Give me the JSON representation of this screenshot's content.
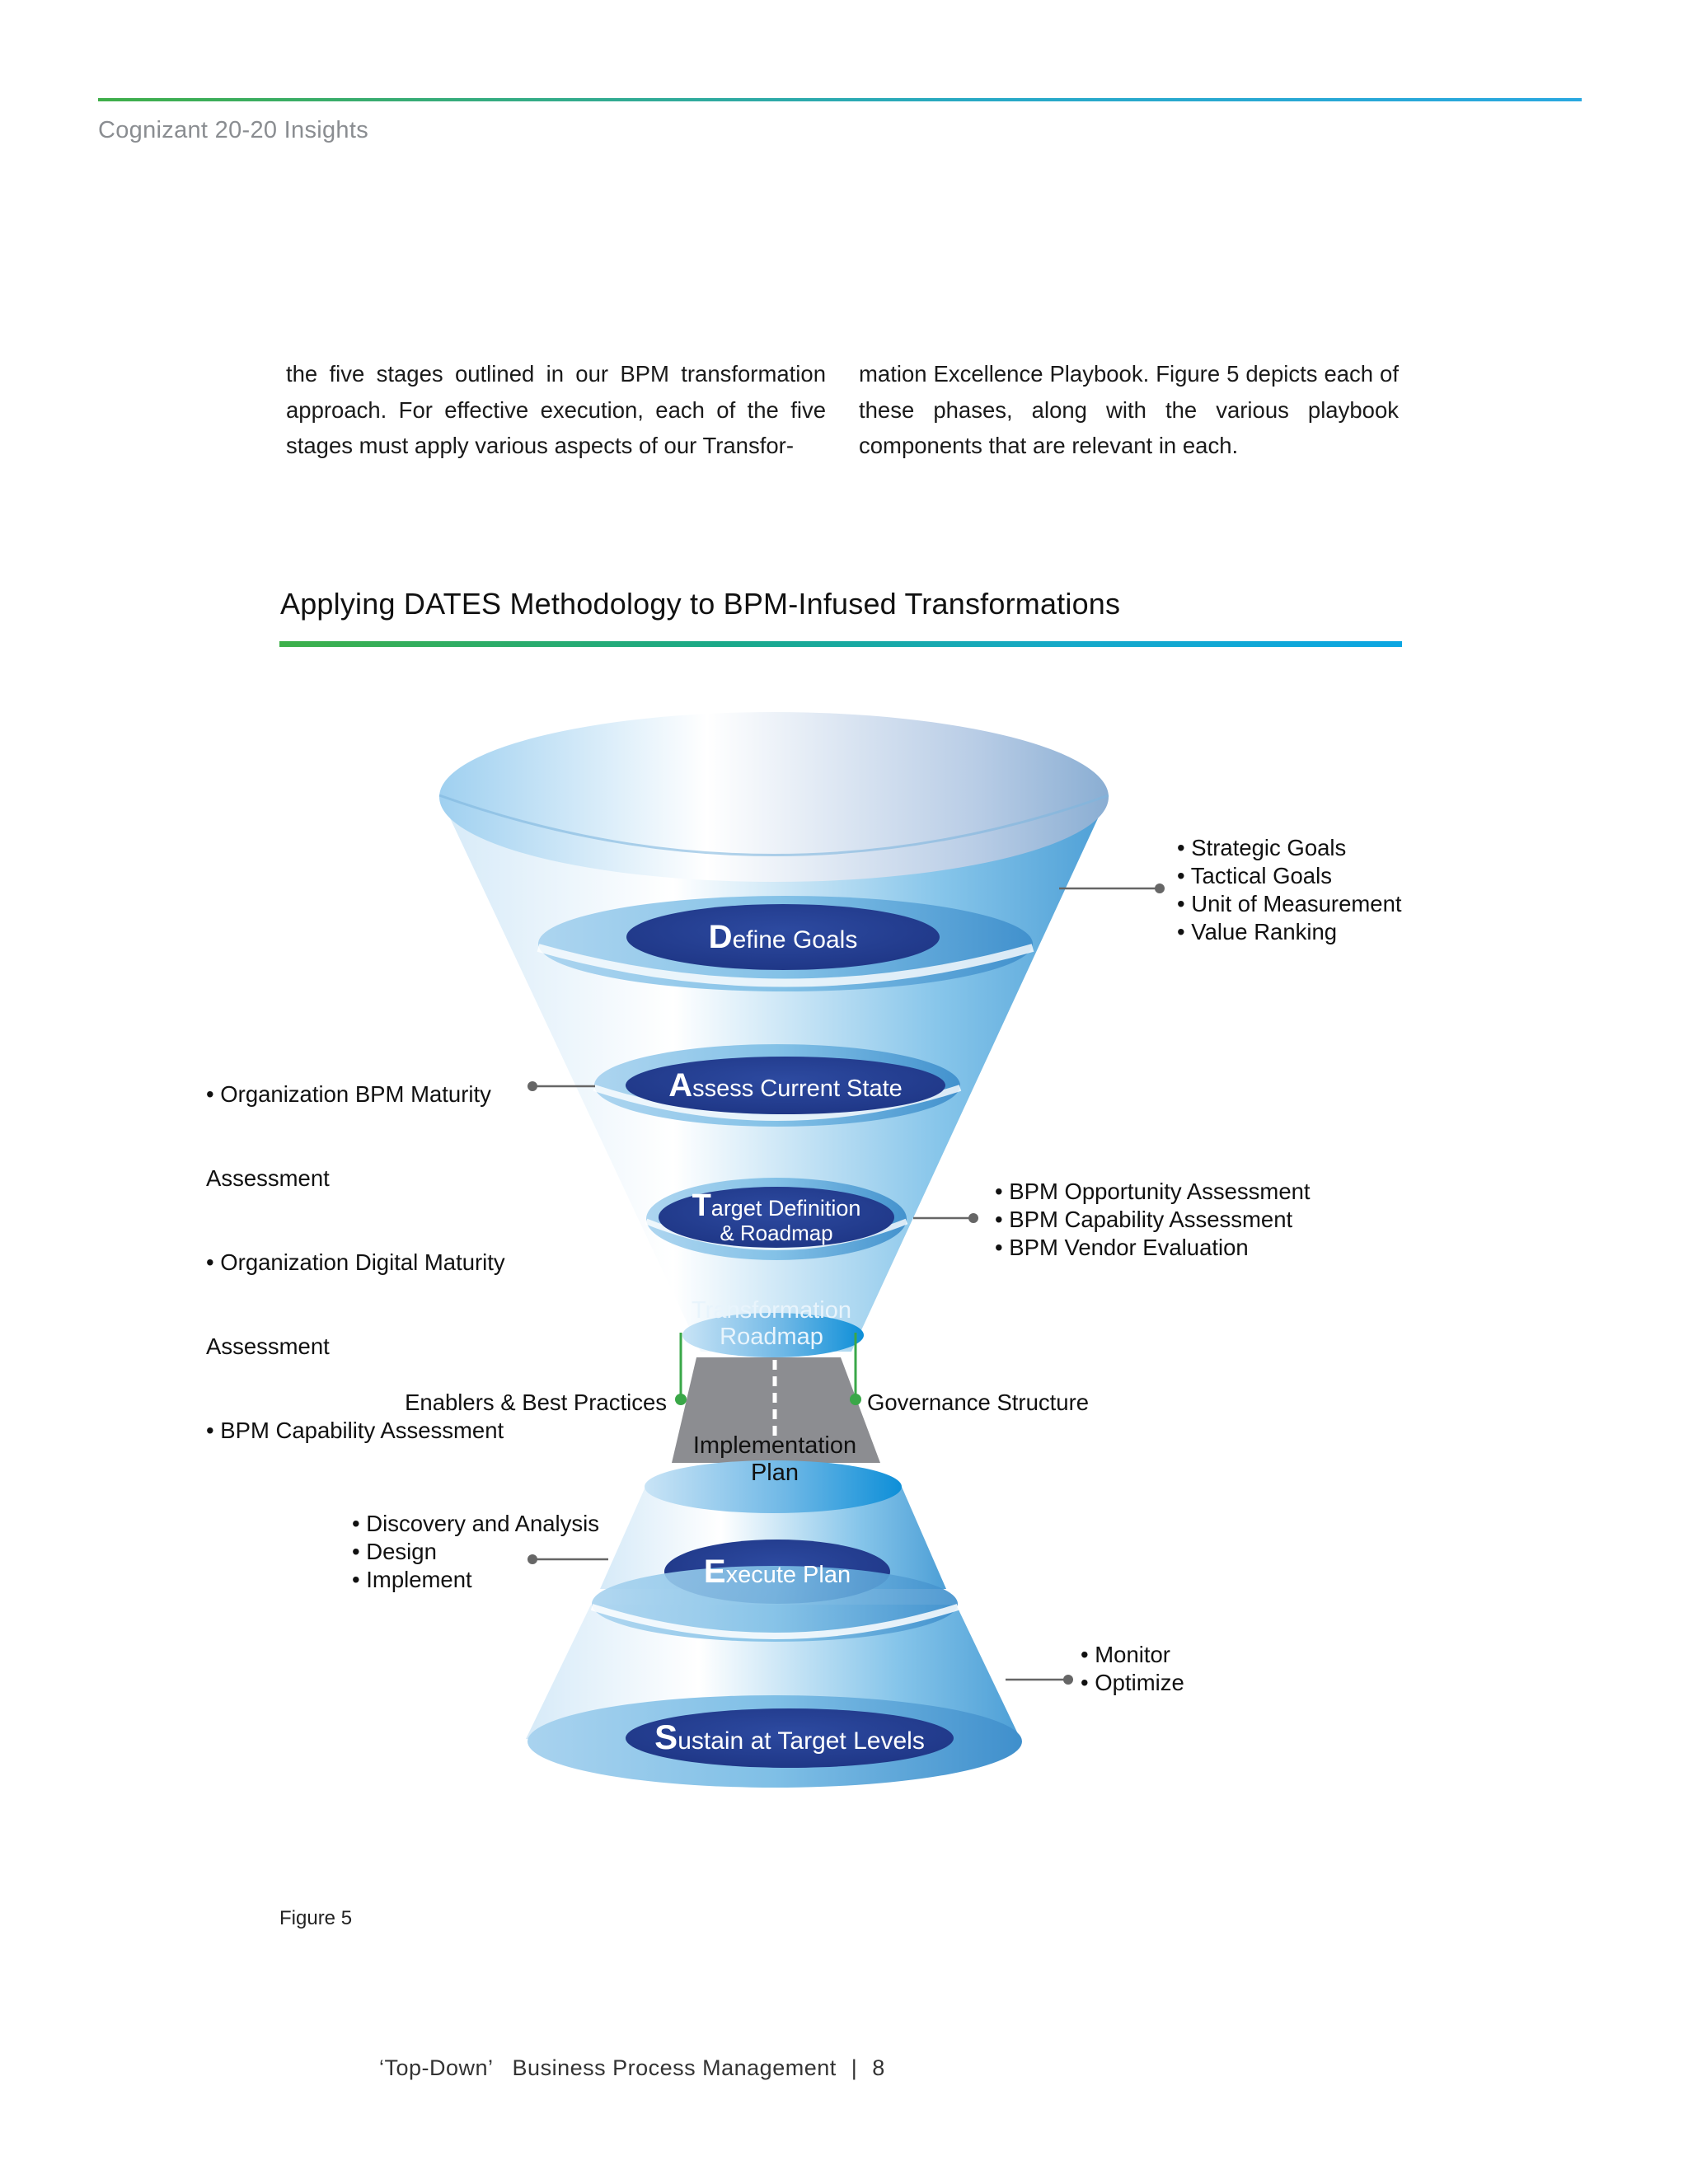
{
  "header": {
    "publication": "Cognizant 20-20 Insights"
  },
  "body_text": {
    "left_column": "the five stages outlined in our BPM transformation approach. For effective execution, each of the five stages must apply various aspects of our Transfor-",
    "right_column": "mation Excellence Playbook. Figure 5 depicts each of these phases, along with the various playbook components that are relevant in each."
  },
  "figure": {
    "title": "Applying DATES Methodology to BPM-Infused Transformations",
    "caption": "Figure 5",
    "stages": [
      {
        "initial": "D",
        "rest": "efine Goals"
      },
      {
        "initial": "A",
        "rest": "ssess Current State"
      },
      {
        "initial": "T",
        "rest": "arget Definition",
        "line2": "& Roadmap"
      },
      {
        "initial": "E",
        "rest": "xecute Plan"
      },
      {
        "initial": "S",
        "rest": "ustain at Target Levels"
      }
    ],
    "transformation_roadmap": {
      "line1": "Transformation",
      "line2": "Roadmap"
    },
    "implementation_plan": {
      "line1": "Implementation",
      "line2": "Plan"
    },
    "enablers_label": "Enablers & Best Practices",
    "governance_label": "Governance Structure",
    "callouts": {
      "define": [
        "• Strategic Goals",
        "• Tactical Goals",
        "• Unit of  Measurement",
        "• Value Ranking"
      ],
      "assess": [
        "• Organization BPM  Maturity",
        "   Assessment",
        "• Organization Digital Maturity",
        "   Assessment",
        " • BPM Capability Assessment"
      ],
      "target": [
        "• BPM Opportunity Assessment",
        "• BPM Capability Assessment",
        "• BPM Vendor Evaluation"
      ],
      "execute": [
        "• Discovery and Analysis",
        "• Design",
        "• Implement"
      ],
      "sustain": [
        "• Monitor",
        "• Optimize"
      ]
    },
    "colors": {
      "stage_label_fill": "#243e8f",
      "funnel_blue": "#6fb6e3",
      "connector_green": "#3aa748",
      "implementation_gray": "#8c8d91"
    }
  },
  "footer": {
    "title": "‘Top-Down’   Business Process Management",
    "separator": "|",
    "page": "8"
  }
}
